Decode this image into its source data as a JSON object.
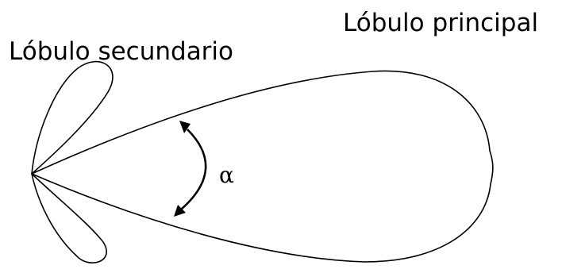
{
  "labels": {
    "main_lobe": "Lóbulo principal",
    "side_lobe": "Lóbulo secundario",
    "angle": "α"
  },
  "colors": {
    "stroke": "#000000",
    "background": "#ffffff"
  }
}
